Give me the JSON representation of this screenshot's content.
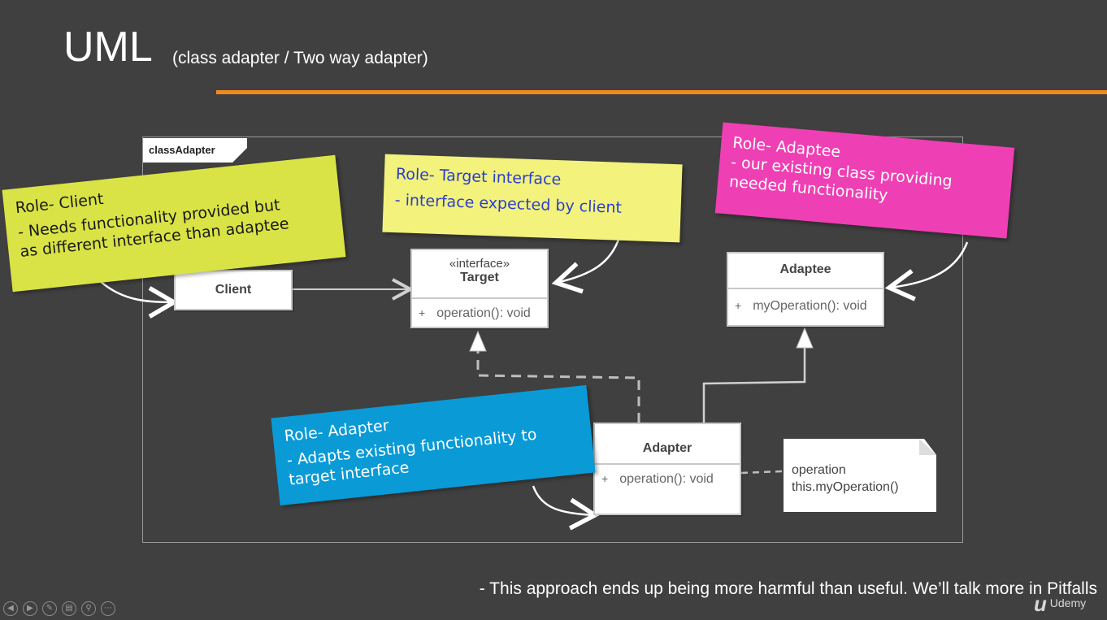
{
  "header": {
    "title": "UML",
    "subtitle": "(class adapter / Two way adapter)"
  },
  "diagram": {
    "frame_label": "classAdapter",
    "classes": {
      "client": {
        "name": "Client"
      },
      "target": {
        "stereotype": "«interface»",
        "name": "Target",
        "operation": "operation(): void",
        "visibility": "+"
      },
      "adaptee": {
        "name": "Adaptee",
        "operation": "myOperation(): void",
        "visibility": "+"
      },
      "adapter": {
        "name": "Adapter",
        "operation": "operation(): void",
        "visibility": "+"
      }
    },
    "code_note": {
      "line1": "operation",
      "line2": "this.myOperation()"
    },
    "sticky_notes": {
      "client": [
        "Role- Client",
        "- Needs functionality provided but",
        "as different interface than adaptee"
      ],
      "target": [
        "Role- Target interface",
        "- interface expected by client"
      ],
      "adaptee": [
        "Role- Adaptee",
        "- our existing class providing",
        "needed functionality"
      ],
      "adapter": [
        "Role- Adapter",
        "- Adapts existing functionality to",
        "target interface"
      ]
    },
    "colors": {
      "client_note": "#d9e345",
      "target_note": "#f2f27c",
      "adaptee_note": "#ef3fb4",
      "adapter_note": "#0a9ad6",
      "accent": "#f08a1d"
    }
  },
  "footer": {
    "text": "- This approach ends up being more harmful than useful. We’ll talk more in Pitfalls"
  },
  "watermark": {
    "logo": "u",
    "text": "Udemy"
  },
  "player_controls": [
    "previous-icon",
    "next-icon",
    "pen-icon",
    "slides-icon",
    "zoom-icon",
    "more-icon"
  ]
}
